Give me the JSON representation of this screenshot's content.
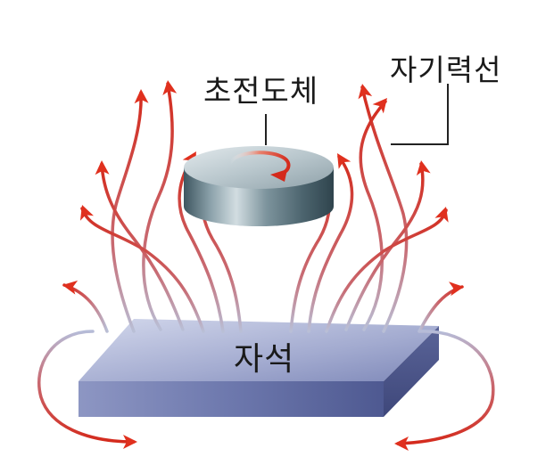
{
  "labels": {
    "superconductor": "초전도체",
    "field_lines": "자기력선",
    "magnet": "자석"
  },
  "colors": {
    "field_line": "#d42a1c",
    "arrow_head": "#e0301e",
    "magnet_top": "#8e98c6",
    "disc": "#6f8791",
    "text": "#1a1a1a"
  },
  "icons": [
    "arrow-head-icon",
    "rotation-arrow-icon"
  ]
}
